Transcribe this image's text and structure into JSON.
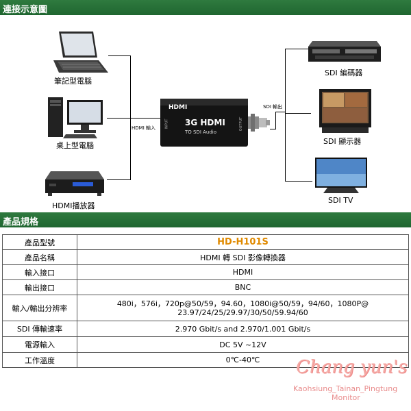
{
  "sections": {
    "diagram_title": "連接示意圖",
    "spec_title": "產品規格"
  },
  "inputs": [
    {
      "label": "筆記型電腦",
      "icon": "laptop-icon"
    },
    {
      "label": "桌上型電腦",
      "icon": "desktop-pc-icon"
    },
    {
      "label": "HDMI播放器",
      "icon": "media-player-icon"
    }
  ],
  "outputs": [
    {
      "label": "SDI 編碼器",
      "icon": "encoder-icon"
    },
    {
      "label": "SDI 顯示器",
      "icon": "monitor-icon"
    },
    {
      "label": "SDI TV",
      "icon": "tv-icon"
    }
  ],
  "converter": {
    "brand": "HDMI",
    "model_text": "3G HDMI",
    "model_sub": "TO SDI  Audio",
    "input_port": "INPUT",
    "output_port": "OUTPUT",
    "input_label": "HDMI 輸入",
    "output_label": "SDI 輸出"
  },
  "specs": [
    {
      "key": "產品型號",
      "value": "HD-H101S"
    },
    {
      "key": "產品名稱",
      "value": "HDMI 轉 SDI 影像轉換器"
    },
    {
      "key": "輸入接口",
      "value": "HDMI"
    },
    {
      "key": "輸出接口",
      "value": "BNC"
    },
    {
      "key": "輸入/輸出分辨率",
      "value": "480i，576i，720p@50/59，94.60，1080i@50/59，94/60，1080P@",
      "value2": "23.97/24/25/29.97/30/50/59.94/60"
    },
    {
      "key": "SDI 傳輸速率",
      "value": "2.970 Gbit/s and 2.970/1.001 Gbit/s"
    },
    {
      "key": "電源輸入",
      "value": "DC 5V ~12V"
    },
    {
      "key": "工作溫度",
      "value": "0℃-40℃"
    }
  ],
  "watermark": {
    "name": "Chang yun's",
    "line1": "Kaohsiung_Tainan_Pingtung",
    "line2": "Monitor"
  },
  "colors": {
    "section_bar": "#1f6630",
    "model_value": "#e08a00",
    "watermark": "#f4a9a4"
  }
}
